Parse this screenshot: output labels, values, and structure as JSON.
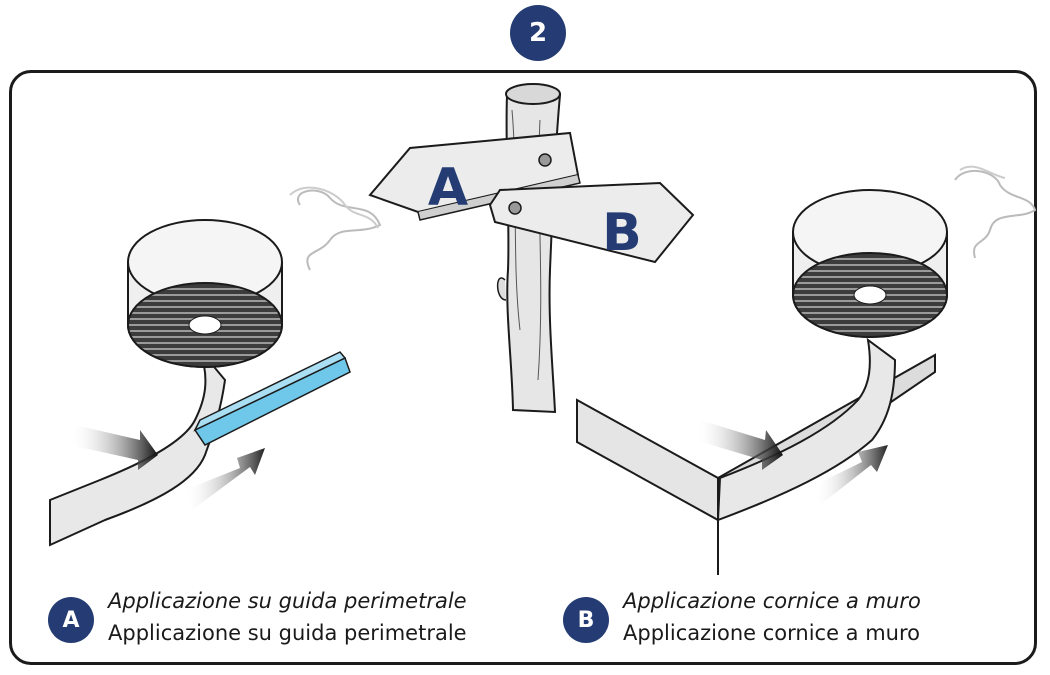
{
  "step_number": "2",
  "signpost": {
    "left_sign": "A",
    "right_sign": "B"
  },
  "options": [
    {
      "badge": "A",
      "caption_italic": "Applicazione su guida perimetrale",
      "caption_regular": "Applicazione su guida perimetrale"
    },
    {
      "badge": "B",
      "caption_italic": "Applicazione cornice a muro",
      "caption_regular": "Applicazione cornice a muro"
    }
  ],
  "colors": {
    "badge": "#243c73",
    "guide_rail": "#6fc8ea",
    "outline": "#1b1b1b",
    "tape_face": "#e8e8e8"
  }
}
